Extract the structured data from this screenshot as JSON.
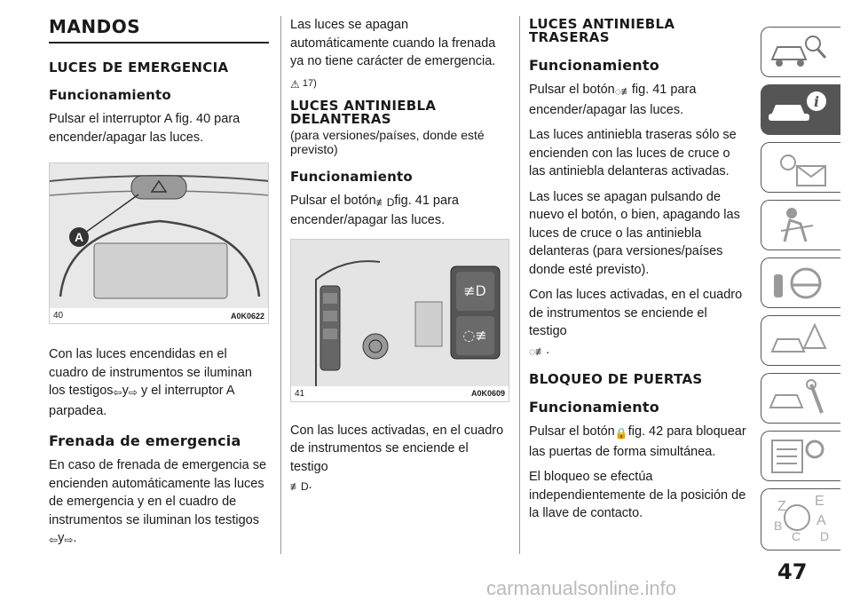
{
  "page_number": "47",
  "watermark": "carmanualsonline.info",
  "col1": {
    "title": "MANDOS",
    "s1_heading": "LUCES DE EMERGENCIA",
    "s1_sub": "Funcionamiento",
    "s1_p1": "Pulsar el interruptor A fig. 40 para encender/apagar las luces.",
    "fig40_num": "40",
    "fig40_code": "A0K0622",
    "fig40_label": "A",
    "s1_p2_a": "Con las luces encendidas en el cuadro de instrumentos se iluminan los testigos",
    "s1_p2_y": "y",
    "s1_p2_b": "y el interruptor A parpadea.",
    "s2_sub": "Frenada de emergencia",
    "s2_p1": "En caso de frenada de emergencia se encienden automáticamente las luces de emergencia y en el cuadro de instrumentos se iluminan los testigos",
    "s2_p1_y": "y",
    "s2_p1_end": "."
  },
  "col2": {
    "p1": "Las luces se apagan automáticamente cuando la frenada ya no tiene carácter de emergencia.",
    "note": "17)",
    "heading": "LUCES ANTINIEBLA DELANTERAS",
    "heading_sub": "(para versiones/países, donde esté previsto)",
    "sub": "Funcionamiento",
    "p2_a": "Pulsar el botón",
    "p2_b": "fig. 41 para encender/apagar las luces.",
    "fig41_num": "41",
    "fig41_code": "A0K0609",
    "p3": "Con las luces activadas, en el cuadro de instrumentos se enciende el testigo",
    "p3_end": "."
  },
  "col3": {
    "heading": "LUCES ANTINIEBLA TRASERAS",
    "sub1": "Funcionamiento",
    "p1_a": "Pulsar el botón",
    "p1_b": "fig. 41 para encender/apagar las luces.",
    "p2": "Las luces antiniebla traseras sólo se encienden con las luces de cruce o las antiniebla delanteras activadas.",
    "p3": "Las luces se apagan pulsando de nuevo el botón, o bien, apagando las luces de cruce o las antiniebla delanteras (para versiones/países donde esté previsto).",
    "p4": "Con las luces activadas, en el cuadro de instrumentos se enciende el testigo",
    "p4_end": ".",
    "heading2": "BLOQUEO DE PUERTAS",
    "sub2": "Funcionamiento",
    "p5_a": "Pulsar el botón",
    "p5_b": "fig. 42 para bloquear las puertas de forma simultánea.",
    "p6": "El bloqueo se efectúa independientemente de la posición de la llave de contacto."
  },
  "sidebar_icons": [
    "car-search-icon",
    "car-info-icon",
    "warning-lights-icon",
    "airbag-seat-icon",
    "key-steering-icon",
    "car-crash-icon",
    "car-tools-icon",
    "checklist-gear-icon",
    "alphabet-index-icon"
  ],
  "colors": {
    "accent": "#555555",
    "text": "#1a1a1a",
    "rule": "#999999"
  }
}
